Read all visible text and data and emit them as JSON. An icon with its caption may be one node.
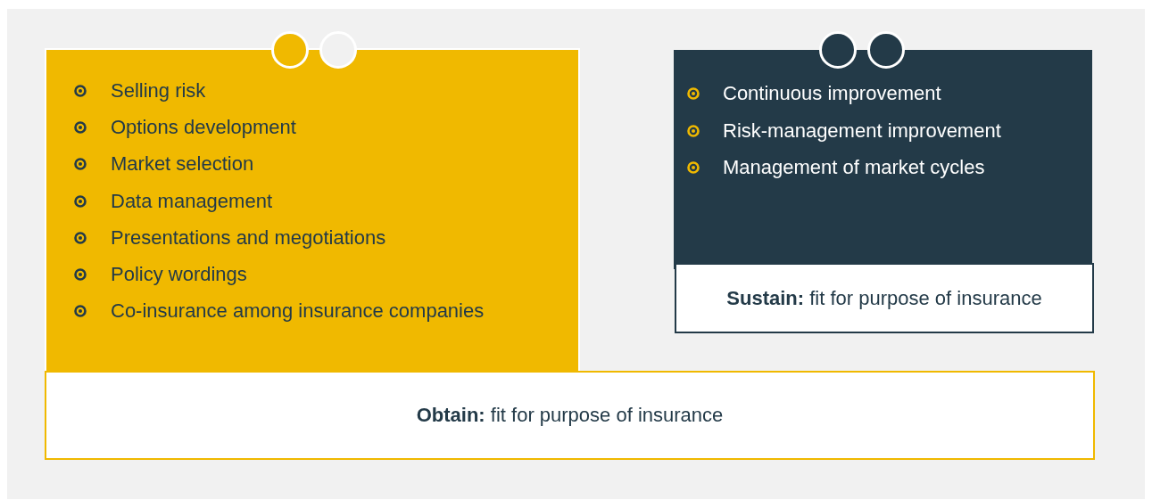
{
  "diagram": {
    "nodes": [
      {
        "text": [
          "Selling risk",
          "Options development",
          "Market selection",
          "Data management",
          "Presentations and megotiations",
          "Policy wordings",
          "Co-insurance among insurance companies"
        ]
      },
      {
        "text": [
          "Continuous improvement",
          "Risk-management improvement",
          "Management of market cycles"
        ]
      },
      {
        "text": [
          "**Sustain:** fit for purpose of insurance"
        ]
      },
      {
        "text": [
          "**Obtain:** fit for purpose of insurance"
        ]
      }
    ]
  }
}
